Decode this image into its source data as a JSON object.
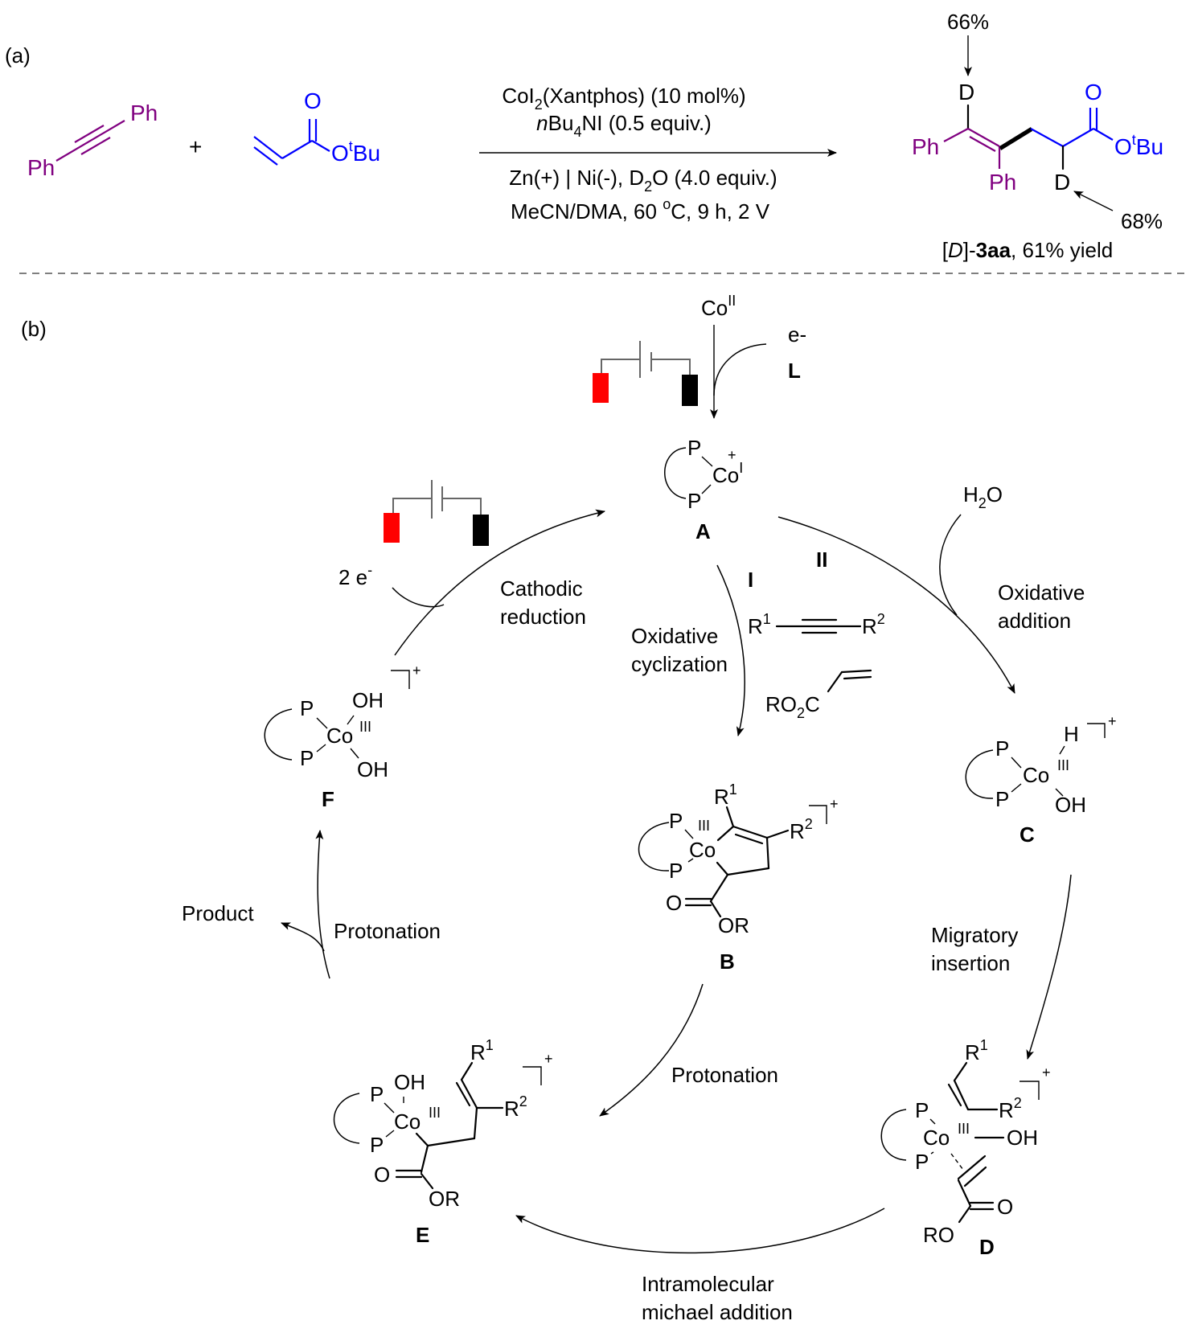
{
  "panel_a": {
    "label": "(a)",
    "reactant1": {
      "left": "Ph",
      "right": "Ph",
      "color": "#800080"
    },
    "plus": "+",
    "reactant2": {
      "carbonyl_o": "O",
      "ester_o": "O",
      "tbu_sup": "t",
      "tbu": "Bu",
      "color": "#0000ff"
    },
    "conditions_above": [
      {
        "pre": "CoI",
        "sub": "2",
        "post": "(Xantphos) (10 mol%)"
      },
      {
        "ital": "n",
        "pre": "Bu",
        "sub": "4",
        "post": "NI (0.5 equiv.)"
      }
    ],
    "conditions_below": [
      {
        "pre": "Zn(+) | Ni(-), D",
        "sub": "2",
        "post": "O (4.0 equiv.)"
      },
      {
        "pre": "MeCN/DMA, 60 ",
        "sup": "o",
        "post": "C, 9 h, 2 V"
      }
    ],
    "product": {
      "d_top": "D",
      "d_bottom": "D",
      "ph_left": "Ph",
      "ph_bottom": "Ph",
      "carbonyl_o": "O",
      "ester_o": "O",
      "tbu_sup": "t",
      "tbu": "Bu",
      "incorporation_top": "66%",
      "incorporation_bottom": "68%",
      "name_bracket_open": "[",
      "name_d": "D",
      "name_bracket_close": "]-",
      "name_compound": "3aa",
      "name_yield": ", 61% yield"
    }
  },
  "panel_b": {
    "label": "(b)",
    "initiation": {
      "co": "Co",
      "co_sup": "II",
      "e": "e-",
      "ligand": "L"
    },
    "electrode_colors": {
      "anode": "#ff0000",
      "cathode": "#000000"
    },
    "pathway_labels": {
      "I": "I",
      "II": "II"
    },
    "reagents": {
      "alkyne": {
        "r1": "R",
        "r1_sup": "1",
        "r2": "R",
        "r2_sup": "2"
      },
      "acrylate": {
        "pre": "RO",
        "sub": "2",
        "post": "C"
      },
      "water": {
        "pre": "H",
        "sub": "2",
        "post": "O"
      },
      "electrons": {
        "pre": "2 e",
        "sup": "-"
      }
    },
    "steps": {
      "cathodic": [
        "Cathodic",
        "reduction"
      ],
      "oxidative_cyclization": [
        "Oxidative",
        "cyclization"
      ],
      "oxidative_addition": [
        "Oxidative",
        "addition"
      ],
      "migratory_insertion": [
        "Migratory",
        "insertion"
      ],
      "protonation_b": "Protonation",
      "protonation_f": "Protonation",
      "michael": [
        "Intramolecular",
        "michael addition"
      ],
      "product": "Product"
    },
    "intermediates": {
      "A": {
        "label": "A",
        "P": "P",
        "co": "Co",
        "ox": "I",
        "charge": "+"
      },
      "B": {
        "label": "B",
        "P": "P",
        "co": "Co",
        "ox": "III",
        "r1": "R",
        "r1_sup": "1",
        "r2": "R",
        "r2_sup": "2",
        "O": "O",
        "OR": "OR",
        "charge": "+"
      },
      "C": {
        "label": "C",
        "P": "P",
        "co": "Co",
        "ox": "III",
        "H": "H",
        "OH": "OH",
        "charge": "+"
      },
      "D": {
        "label": "D",
        "P": "P",
        "co": "Co",
        "ox": "III",
        "OH": "OH",
        "r1": "R",
        "r1_sup": "1",
        "r2": "R",
        "r2_sup": "2",
        "O": "O",
        "RO": "RO",
        "charge": "+"
      },
      "E": {
        "label": "E",
        "P": "P",
        "co": "Co",
        "ox": "III",
        "OH": "OH",
        "r1": "R",
        "r1_sup": "1",
        "r2": "R",
        "r2_sup": "2",
        "O": "O",
        "OR": "OR",
        "charge": "+"
      },
      "F": {
        "label": "F",
        "P": "P",
        "co": "Co",
        "ox": "III",
        "OH": "OH",
        "charge": "+"
      }
    }
  }
}
